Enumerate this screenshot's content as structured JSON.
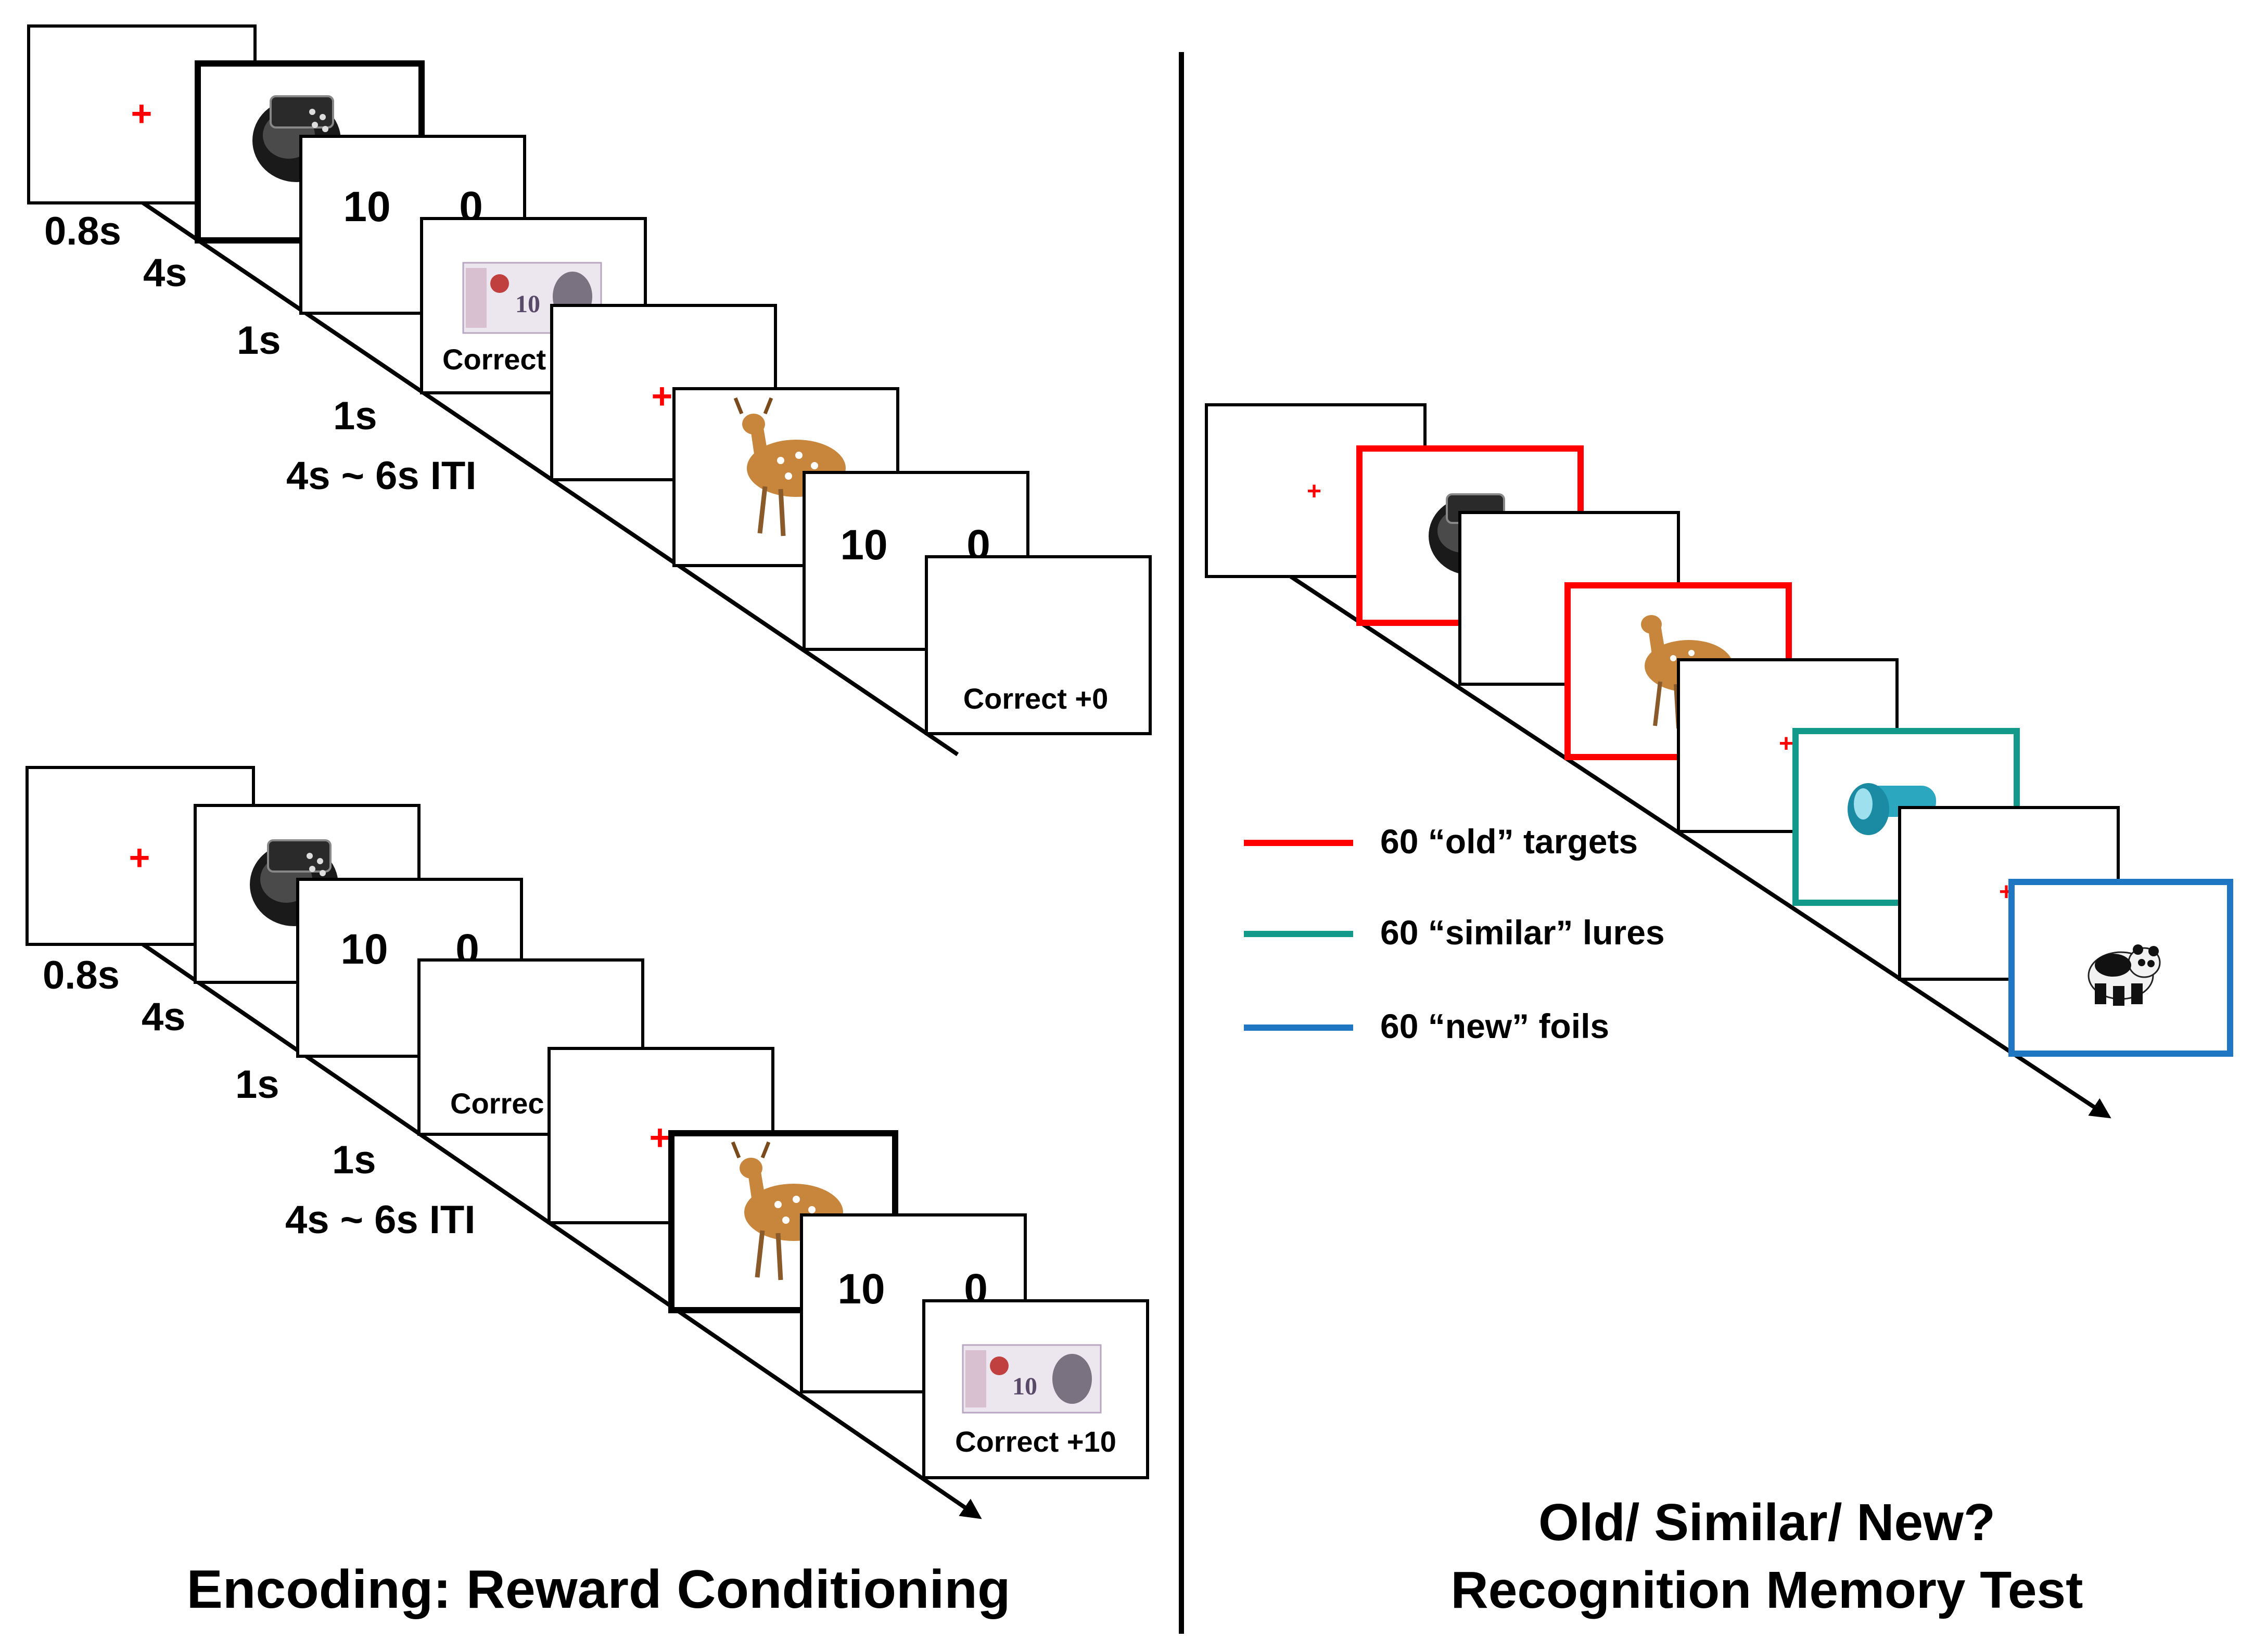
{
  "encoding": {
    "title": "Encoding: Reward Conditioning",
    "timings": [
      "0.8s",
      "4s",
      "1s",
      "1s",
      "4s ~ 6s ITI"
    ],
    "fixation_symbol": "+",
    "choice_left": "10",
    "choice_right": "0",
    "trial_top": {
      "feedback_partial": "Correct",
      "feedback_final": "Correct +0"
    },
    "trial_bottom": {
      "feedback_partial": "Correc",
      "feedback_final": "Correct +10"
    }
  },
  "test": {
    "title_line1": "Old/ Similar/ New?",
    "title_line2": "Recognition Memory Test",
    "fixation_symbol": "+",
    "legend": [
      {
        "label": "60 “old” targets",
        "color": "#ff0000"
      },
      {
        "label": "60 “similar” lures",
        "color": "#12998a"
      },
      {
        "label": "60 “new” foils",
        "color": "#1f77c4"
      }
    ]
  },
  "colors": {
    "fixation": "#ff0000",
    "old": "#ff0000",
    "similar": "#12998a",
    "new": "#1f77c4"
  },
  "icons": [
    "phone-image-icon",
    "banknote-image-icon",
    "deer-image-icon",
    "faucet-image-icon",
    "panda-image-icon"
  ]
}
